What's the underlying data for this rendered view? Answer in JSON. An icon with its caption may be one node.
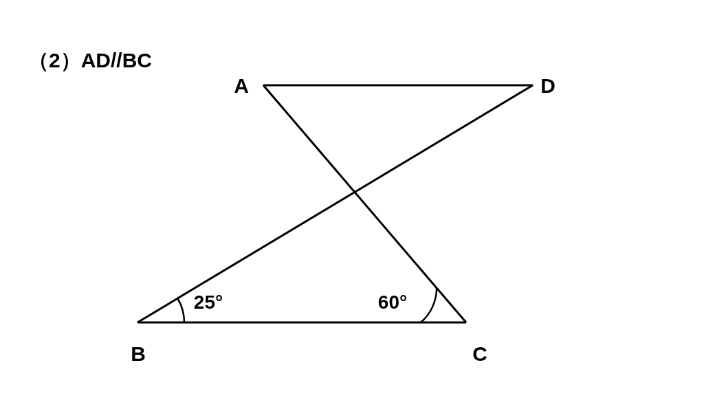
{
  "diagram": {
    "title": "（2）AD//BC",
    "labels": [
      "A",
      "D",
      "25°",
      "60°",
      "B",
      "C"
    ]
  }
}
